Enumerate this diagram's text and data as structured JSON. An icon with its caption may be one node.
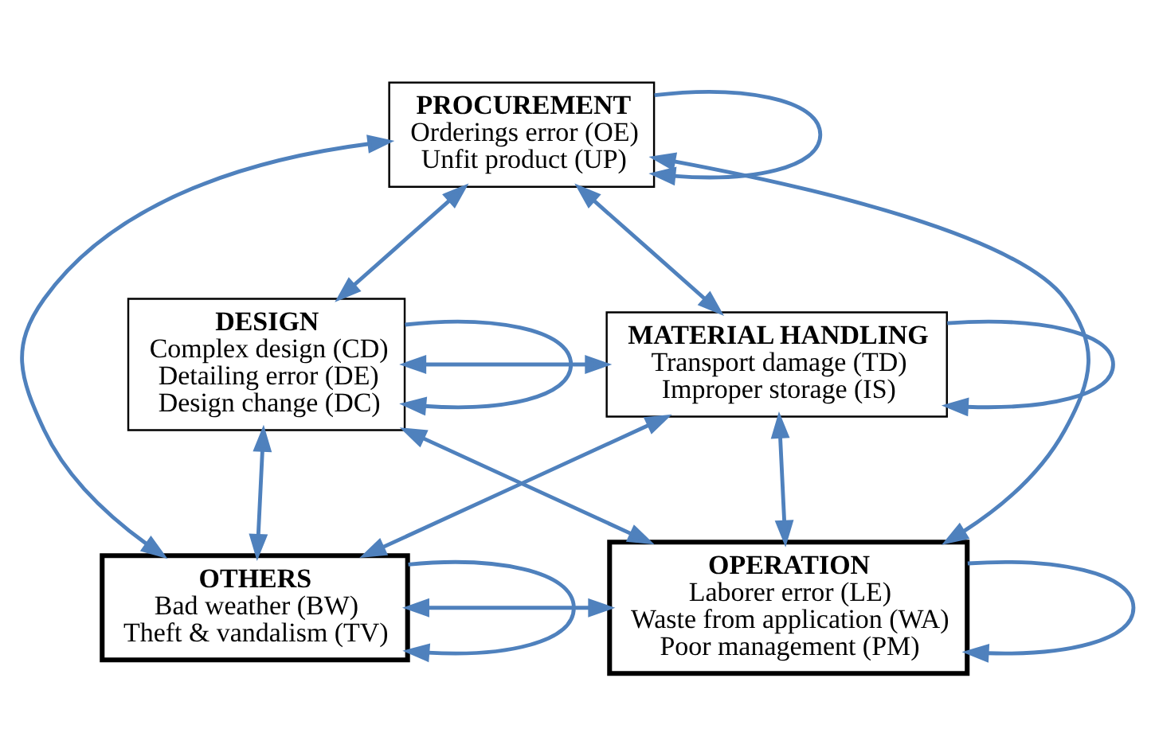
{
  "diagram": {
    "nodes": [
      {
        "text": [
          "PROCUREMENT",
          "Orderings error (OE)",
          "Unfit product (UP)"
        ]
      },
      {
        "text": [
          "DESIGN",
          "Complex design (CD)",
          "Detailing error (DE)",
          "Design change (DC)"
        ]
      },
      {
        "text": [
          "MATERIAL HANDLING",
          "Transport damage (TD)",
          "Improper storage (IS)"
        ]
      },
      {
        "text": [
          "OTHERS",
          "Bad weather (BW)",
          "Theft & vandalism (TV)"
        ]
      },
      {
        "text": [
          "OPERATION",
          "Laborer error (LE)",
          "Waste from application (WA)",
          "Poor management (PM)"
        ]
      }
    ],
    "edges": [
      {
        "from": 0,
        "to": 0,
        "arrow": "to"
      },
      {
        "from": 1,
        "to": 1,
        "arrow": "to"
      },
      {
        "from": 2,
        "to": 2,
        "arrow": "to"
      },
      {
        "from": 3,
        "to": 3,
        "arrow": "to"
      },
      {
        "from": 4,
        "to": 4,
        "arrow": "to"
      },
      {
        "from": 0,
        "to": 1,
        "arrow": "both"
      },
      {
        "from": 0,
        "to": 2,
        "arrow": "both"
      },
      {
        "from": 0,
        "to": 3,
        "arrow": "both"
      },
      {
        "from": 0,
        "to": 4,
        "arrow": "both"
      },
      {
        "from": 1,
        "to": 2,
        "arrow": "both"
      },
      {
        "from": 1,
        "to": 3,
        "arrow": "both"
      },
      {
        "from": 1,
        "to": 4,
        "arrow": "both"
      },
      {
        "from": 2,
        "to": 3,
        "arrow": "both"
      },
      {
        "from": 2,
        "to": 4,
        "arrow": "both"
      },
      {
        "from": 3,
        "to": 4,
        "arrow": "both"
      }
    ]
  }
}
